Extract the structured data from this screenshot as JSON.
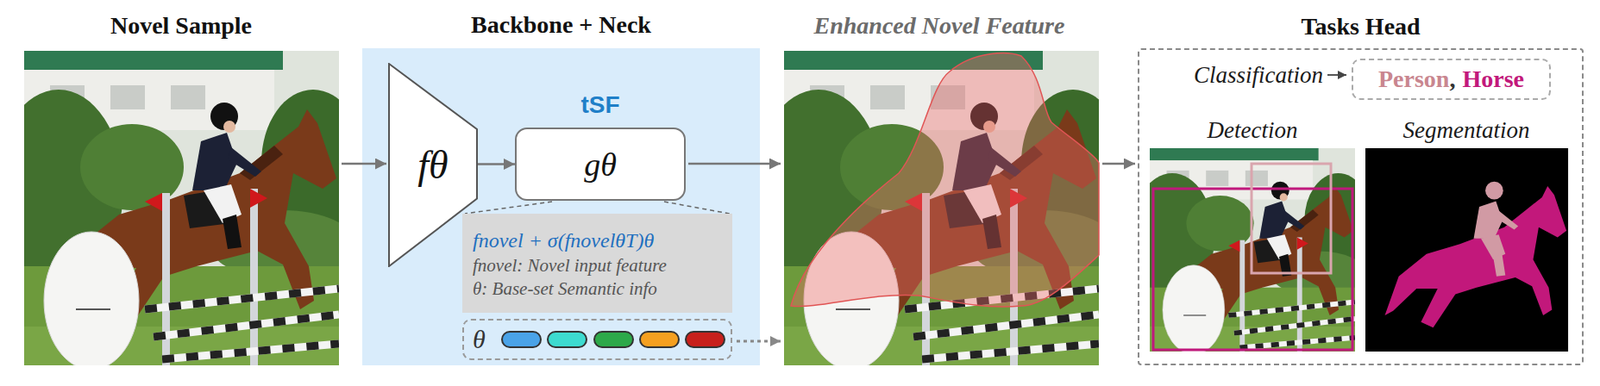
{
  "diagram": {
    "nodes": [
      {
        "text": [
          "Backbone + Neck"
        ]
      },
      {
        "text": [
          "fθ"
        ],
        "in": 0
      },
      {
        "text": [
          "tSF",
          "gθ"
        ],
        "in": 0
      },
      {
        "text": [
          "fnovel + σ(fnovelθT)θ",
          "fnovel: Novel input feature",
          "θ: Base-set Semantic info"
        ],
        "in": 0
      },
      {
        "text": [
          "θ"
        ],
        "in": 0
      },
      {
        "text": [
          "Tasks Head"
        ]
      },
      {
        "text": [
          "Person",
          ",",
          "Horse"
        ],
        "in": 5
      }
    ],
    "edges": [
      {
        "from": 1,
        "to": 2,
        "arrow": "to"
      }
    ],
    "labels": [
      "Novel Sample",
      "Enhanced Novel Feature",
      "Classification",
      "Detection",
      "Segmentation"
    ]
  }
}
